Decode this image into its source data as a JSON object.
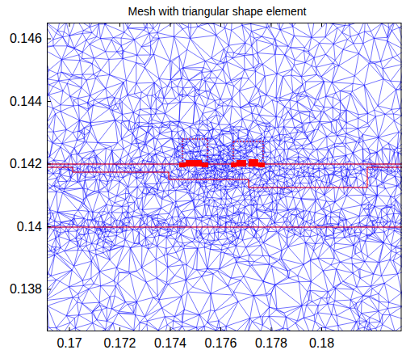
{
  "diagram": {
    "title": "Mesh with triangular shape element",
    "labels": [
      "0.146",
      "0.144",
      "0.142",
      "0.14",
      "0.138",
      "0.17",
      "0.172",
      "0.174",
      "0.176",
      "0.178",
      "0.18"
    ]
  }
}
